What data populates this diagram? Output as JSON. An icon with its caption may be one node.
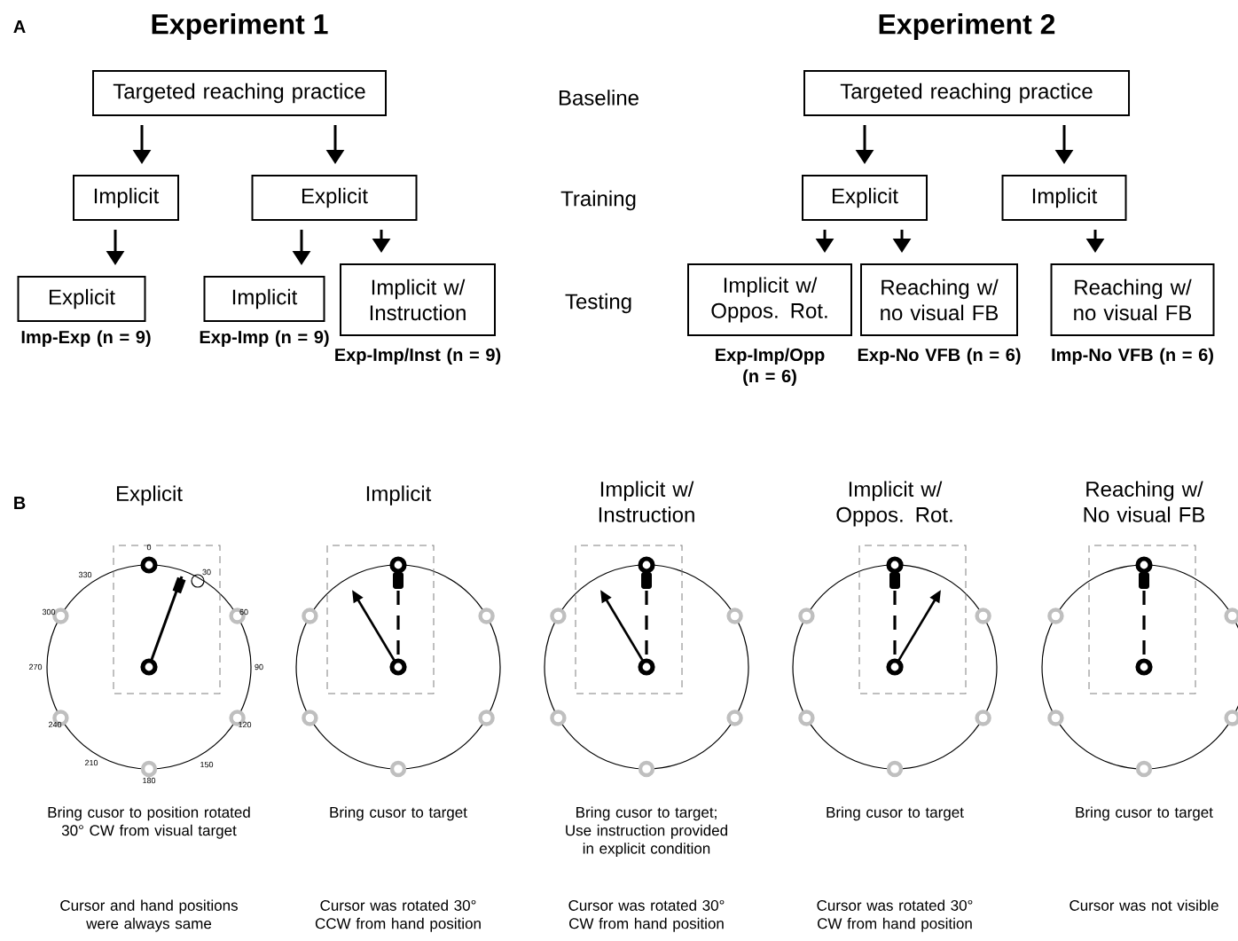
{
  "diagram": {
    "nodes": [
      {
        "text": [
          "Targeted reaching practice"
        ]
      },
      {
        "text": [
          "Implicit"
        ]
      },
      {
        "text": [
          "Explicit"
        ]
      },
      {
        "text": [
          "Explicit"
        ],
        "beside": [
          "Imp-Exp (n = 9)"
        ]
      },
      {
        "text": [
          "Implicit"
        ],
        "beside": [
          "Exp-Imp (n = 9)"
        ]
      },
      {
        "text": [
          "Implicit w/ Instruction"
        ],
        "beside": [
          "Exp-Imp/Inst (n = 9)"
        ]
      },
      {
        "text": [
          "Targeted reaching practice"
        ]
      },
      {
        "text": [
          "Explicit"
        ]
      },
      {
        "text": [
          "Implicit"
        ]
      },
      {
        "text": [
          "Implicit w/ Oppos. Rot."
        ],
        "beside": [
          "Exp-Imp/Opp (n = 6)"
        ]
      },
      {
        "text": [
          "Reaching w/ no visual FB"
        ],
        "beside": [
          "Exp-No VFB (n = 6)"
        ]
      },
      {
        "text": [
          "Reaching w/ no visual FB"
        ],
        "beside": [
          "Imp-No VFB (n = 6)"
        ]
      }
    ],
    "edges": [
      {
        "from": 0,
        "to": 1,
        "arrow": "to"
      },
      {
        "from": 0,
        "to": 2,
        "arrow": "to"
      },
      {
        "from": 1,
        "to": 3,
        "arrow": "to"
      },
      {
        "from": 2,
        "to": 4,
        "arrow": "to"
      },
      {
        "from": 2,
        "to": 5,
        "arrow": "to"
      },
      {
        "from": 6,
        "to": 7,
        "arrow": "to"
      },
      {
        "from": 6,
        "to": 8,
        "arrow": "to"
      },
      {
        "from": 7,
        "to": 9,
        "arrow": "to"
      },
      {
        "from": 7,
        "to": 10,
        "arrow": "to"
      },
      {
        "from": 8,
        "to": 11,
        "arrow": "to"
      }
    ],
    "labels": [
      "A",
      "Experiment 1",
      "Experiment 2",
      "Baseline",
      "Training",
      "Testing",
      "B",
      "Explicit",
      "Implicit",
      "Implicit w/ Instruction",
      "Implicit w/ Oppos. Rot.",
      "Reaching w/ No visual FB",
      "0",
      "30",
      "60",
      "90",
      "120",
      "150",
      "180",
      "210",
      "240",
      "270",
      "300",
      "330",
      "Bring cusor to position rotated 30° CW from visual target",
      "Bring cusor to target",
      "Bring cusor to target; Use instruction provided in explicit condition",
      "Bring cusor to target",
      "Bring cusor to target",
      "Cursor and hand positions were always same",
      "Cursor was rotated 30° CCW from hand position",
      "Cursor was rotated 30° CW from hand position",
      "Cursor was rotated 30° CW from hand position",
      "Cursor was not visible"
    ]
  }
}
